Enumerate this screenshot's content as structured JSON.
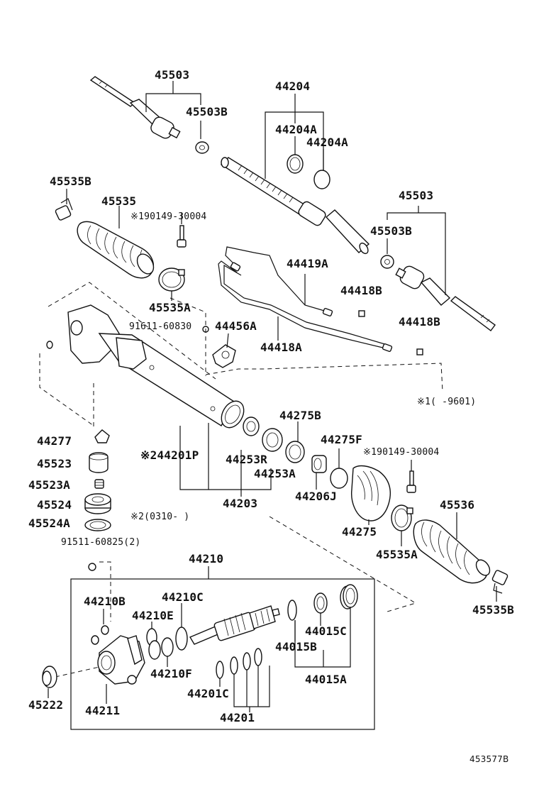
{
  "labels": {
    "l45503_top": "45503",
    "l45503b_top": "45503B",
    "l44204": "44204",
    "l44204a_1": "44204A",
    "l44204a_2": "44204A",
    "l45535b_left": "45535B",
    "l45535": "45535",
    "n190149_top": "※190149-30004",
    "l45503_right": "45503",
    "l45503b_right": "45503B",
    "l44419a": "44419A",
    "l44418b_1": "44418B",
    "l44418b_2": "44418B",
    "l45535a_top": "45535A",
    "n91611": "91611-60830",
    "l44456a": "44456A",
    "l44418a": "44418A",
    "n9601": "※1(    -9601)",
    "l44275b": "44275B",
    "l44275f": "44275F",
    "n190149_mid": "※190149-30004",
    "l44277": "44277",
    "l44201p": "※244201P",
    "l44253r": "44253R",
    "l45523": "45523",
    "l44253a": "44253A",
    "l45523a": "45523A",
    "l44206j": "44206J",
    "l45524": "45524",
    "l44203": "44203",
    "l45536": "45536",
    "l45524a": "45524A",
    "n0310": "※2(0310-    )",
    "l44275": "44275",
    "l45535a_bot": "45535A",
    "n91511": "91511-60825(2)",
    "l44210": "44210",
    "l44210c": "44210C",
    "l44210b": "44210B",
    "l44210e": "44210E",
    "l44015c": "44015C",
    "l44015b": "44015B",
    "l45535b_right": "45535B",
    "l44210f": "44210F",
    "l44015a": "44015A",
    "l44201c": "44201C",
    "l45222": "45222",
    "l44211": "44211",
    "l44201": "44201",
    "ref_code": "453577B"
  }
}
